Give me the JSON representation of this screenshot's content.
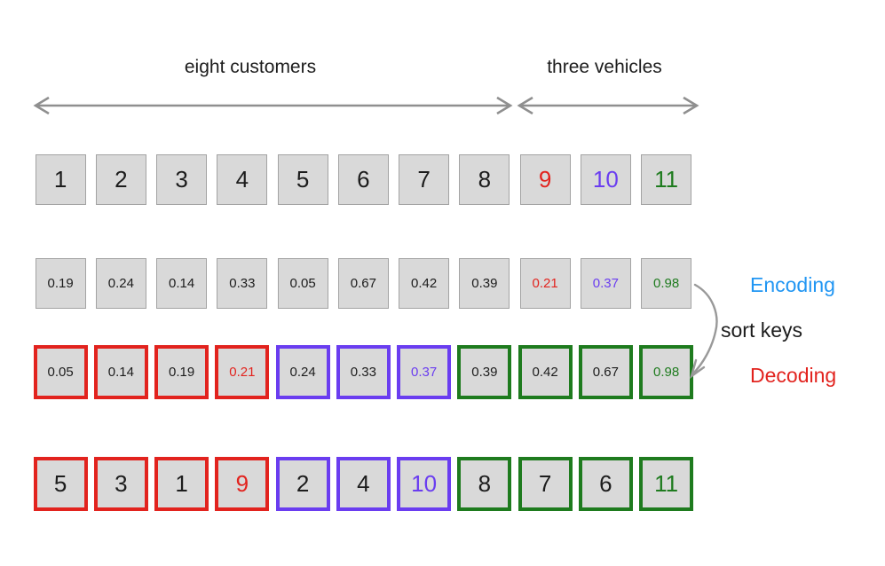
{
  "labels": {
    "customers": "eight customers",
    "vehicles": "three vehicles",
    "encoding": "Encoding",
    "sort_keys": "sort keys",
    "decoding": "Decoding"
  },
  "colors": {
    "black": "#1c1c1c",
    "red": "#e2231e",
    "purple": "#6a3df0",
    "green": "#1e7b1e",
    "blue": "#2196f3",
    "gray": "#a3a3a3",
    "box_fill": "#d9d9d9",
    "arrow_gray": "#8f8f8f"
  },
  "rows": [
    {
      "title": "node indices",
      "cells": [
        {
          "label": "1",
          "border": "gray",
          "text": "black"
        },
        {
          "label": "2",
          "border": "gray",
          "text": "black"
        },
        {
          "label": "3",
          "border": "gray",
          "text": "black"
        },
        {
          "label": "4",
          "border": "gray",
          "text": "black"
        },
        {
          "label": "5",
          "border": "gray",
          "text": "black"
        },
        {
          "label": "6",
          "border": "gray",
          "text": "black"
        },
        {
          "label": "7",
          "border": "gray",
          "text": "black"
        },
        {
          "label": "8",
          "border": "gray",
          "text": "black"
        },
        {
          "label": "9",
          "border": "gray",
          "text": "red"
        },
        {
          "label": "10",
          "border": "gray",
          "text": "purple"
        },
        {
          "label": "11",
          "border": "gray",
          "text": "green"
        }
      ]
    },
    {
      "title": "random keys",
      "cells": [
        {
          "label": "0.19",
          "border": "gray",
          "text": "black"
        },
        {
          "label": "0.24",
          "border": "gray",
          "text": "black"
        },
        {
          "label": "0.14",
          "border": "gray",
          "text": "black"
        },
        {
          "label": "0.33",
          "border": "gray",
          "text": "black"
        },
        {
          "label": "0.05",
          "border": "gray",
          "text": "black"
        },
        {
          "label": "0.67",
          "border": "gray",
          "text": "black"
        },
        {
          "label": "0.42",
          "border": "gray",
          "text": "black"
        },
        {
          "label": "0.39",
          "border": "gray",
          "text": "black"
        },
        {
          "label": "0.21",
          "border": "gray",
          "text": "red"
        },
        {
          "label": "0.37",
          "border": "gray",
          "text": "purple"
        },
        {
          "label": "0.98",
          "border": "gray",
          "text": "green"
        }
      ]
    },
    {
      "title": "sorted keys",
      "cells": [
        {
          "label": "0.05",
          "border": "red",
          "text": "black"
        },
        {
          "label": "0.14",
          "border": "red",
          "text": "black"
        },
        {
          "label": "0.19",
          "border": "red",
          "text": "black"
        },
        {
          "label": "0.21",
          "border": "red",
          "text": "red"
        },
        {
          "label": "0.24",
          "border": "purple",
          "text": "black"
        },
        {
          "label": "0.33",
          "border": "purple",
          "text": "black"
        },
        {
          "label": "0.37",
          "border": "purple",
          "text": "purple"
        },
        {
          "label": "0.39",
          "border": "green",
          "text": "black"
        },
        {
          "label": "0.42",
          "border": "green",
          "text": "black"
        },
        {
          "label": "0.67",
          "border": "green",
          "text": "black"
        },
        {
          "label": "0.98",
          "border": "green",
          "text": "green"
        }
      ]
    },
    {
      "title": "decoded sequence",
      "cells": [
        {
          "label": "5",
          "border": "red",
          "text": "black"
        },
        {
          "label": "3",
          "border": "red",
          "text": "black"
        },
        {
          "label": "1",
          "border": "red",
          "text": "black"
        },
        {
          "label": "9",
          "border": "red",
          "text": "red"
        },
        {
          "label": "2",
          "border": "purple",
          "text": "black"
        },
        {
          "label": "4",
          "border": "purple",
          "text": "black"
        },
        {
          "label": "10",
          "border": "purple",
          "text": "purple"
        },
        {
          "label": "8",
          "border": "green",
          "text": "black"
        },
        {
          "label": "7",
          "border": "green",
          "text": "black"
        },
        {
          "label": "6",
          "border": "green",
          "text": "black"
        },
        {
          "label": "11",
          "border": "green",
          "text": "green"
        }
      ]
    }
  ]
}
